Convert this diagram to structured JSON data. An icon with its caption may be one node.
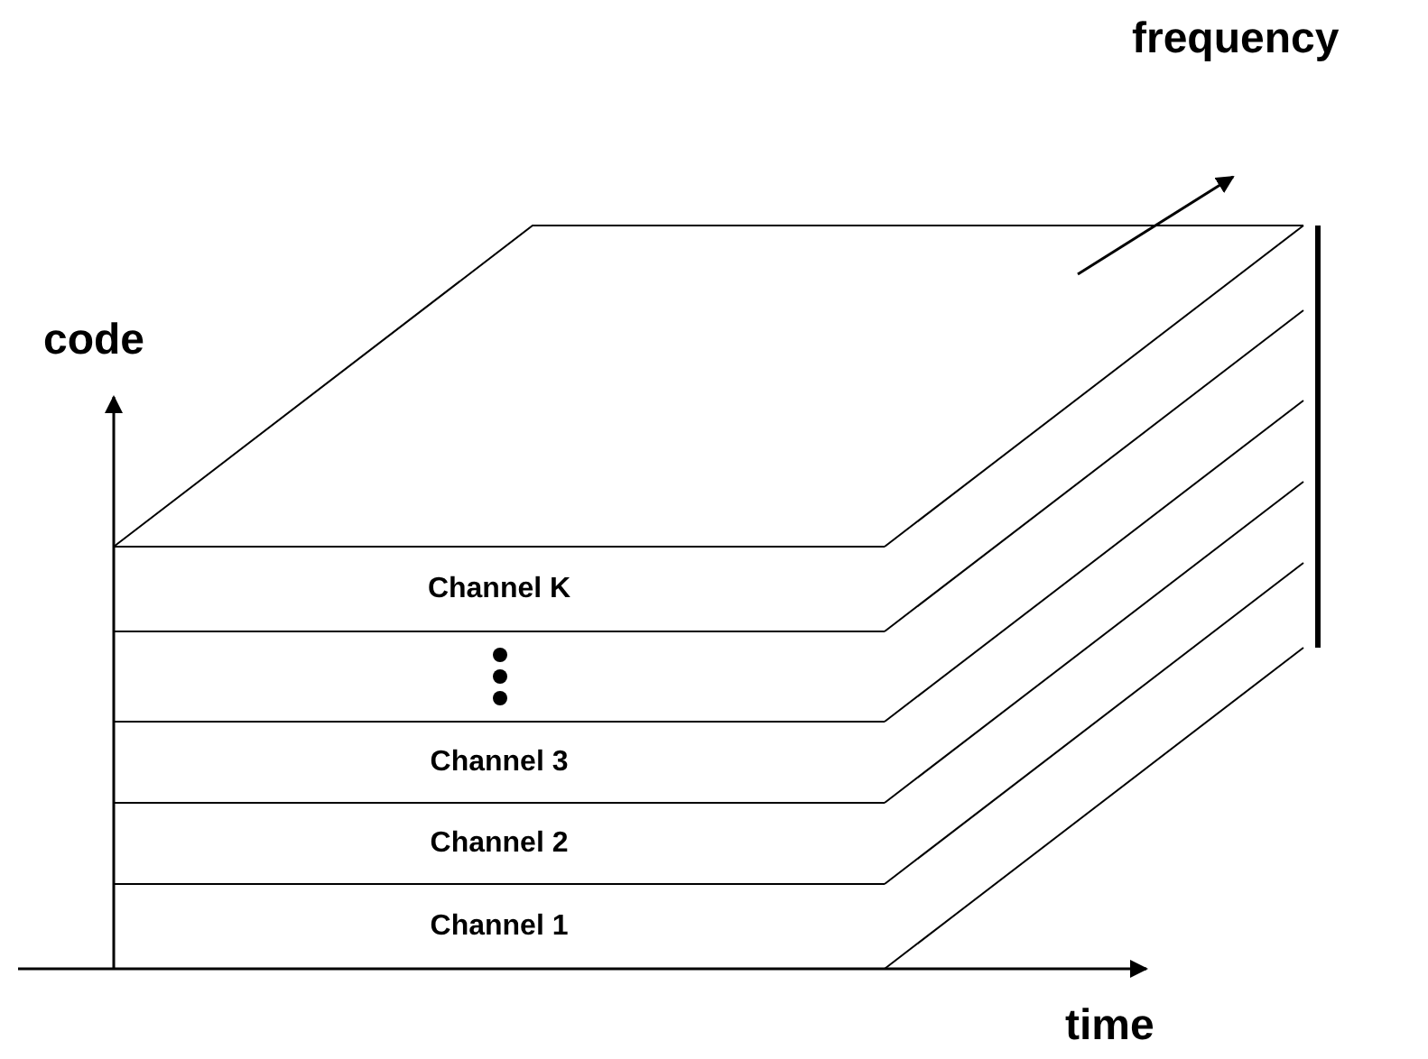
{
  "diagram": {
    "nodes": [
      {
        "text": [
          "Channel K"
        ]
      },
      {
        "text": [],
        "shape": "bar"
      },
      {
        "text": [
          "Channel 3"
        ]
      },
      {
        "text": [
          "Channel 2"
        ]
      },
      {
        "text": [
          "Channel 1"
        ]
      }
    ],
    "labels": [
      "frequency",
      "code",
      "time"
    ]
  }
}
